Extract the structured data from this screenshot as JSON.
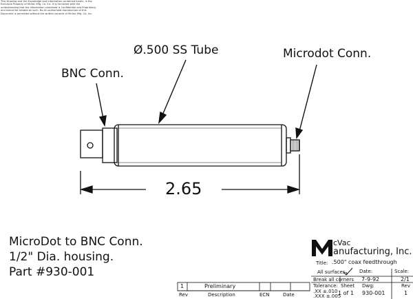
{
  "legal_notice": "This Drawing and the Knowledge and information contained herein, is the Exclusive Property of McVac Mfg. Co. Inc. It is furnished with the understanding that the information contained is Confidential and Proprietary, and should be treated as such. No Un-authorized reproduction of this Document is permitted without the written consent of McVac Mfg. Co. Inc.",
  "callouts": {
    "tube": "Ø.500 SS Tube",
    "microdot": "Microdot Conn.",
    "bnc": "BNC Conn."
  },
  "dimension": "2.65",
  "description": [
    "MicroDot to BNC Conn.",
    "1/2\" Dia. housing.",
    "Part #930-001"
  ],
  "logo": {
    "line1": "cVac",
    "line2": "anufacturing, Inc."
  },
  "title_block": {
    "title_label": "Title:",
    "title": ".500\" coax feedthrough",
    "note1": "All surfaces",
    "note2": "Break all corners",
    "date_label": "Date:",
    "date": "7-9-92",
    "scale_label": "Scale:",
    "scale": "2/1",
    "tolerance_label": "Tolerance:",
    "tol1": ".XX ±.010",
    "tol2": ".XXX ±.005",
    "sheet_label": "Sheet",
    "sheet": "1  of  1",
    "dwg_label": "Dwg:",
    "dwg": "930-001",
    "rev_label": "Rev",
    "rev": "1"
  },
  "revision_table": {
    "row": {
      "rev": "1",
      "description": "Preliminary"
    },
    "headers": {
      "rev": "Rev",
      "description": "Description",
      "ecn": "ECN",
      "date": "Date"
    }
  }
}
